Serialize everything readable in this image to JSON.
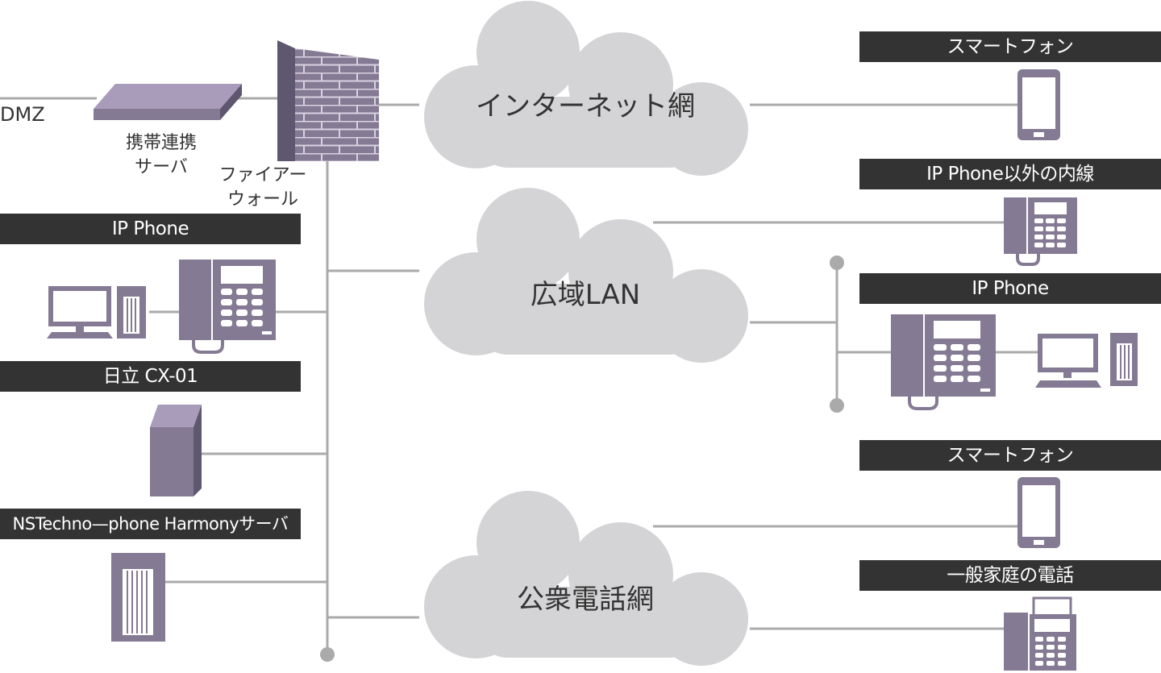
{
  "colors": {
    "line": "#aaaaaa",
    "cloud": "#d4d4d6",
    "device": "#857a93",
    "device_light": "#a99cbb",
    "device_dark": "#5f5670",
    "label_bg": "#333333",
    "label_text": "#ffffff",
    "text": "#333333"
  },
  "left": {
    "dmz": "DMZ",
    "mobile_server": [
      "携帯連携",
      "サーバ"
    ],
    "firewall": [
      "ファイアー",
      "ウォール"
    ],
    "ip_phone": "IP Phone",
    "hitachi": "日立 CX-01",
    "harmony": "NSTechno—phone Harmonyサーバ"
  },
  "clouds": {
    "internet": "インターネット網",
    "wan": "広域LAN",
    "pstn": "公衆電話網"
  },
  "right": {
    "smartphone_1": "スマートフォン",
    "extension": "IP Phone以外の内線",
    "ip_phone": "IP Phone",
    "smartphone_2": "スマートフォン",
    "home_phone": "一般家庭の電話"
  },
  "icons": [
    "server-icon",
    "firewall-icon",
    "pc-icon",
    "tower-icon",
    "desk-phone-icon",
    "smartphone-icon",
    "fax-phone-icon"
  ]
}
